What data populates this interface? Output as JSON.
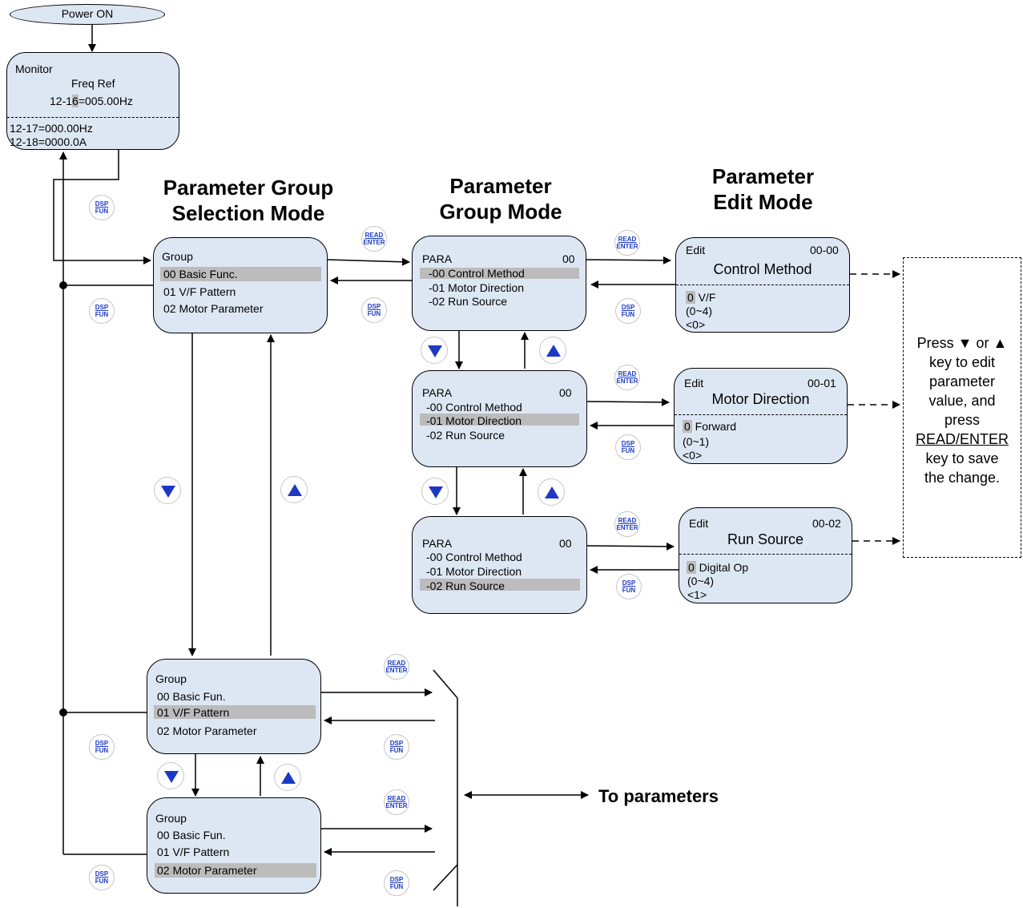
{
  "power_on": "Power ON",
  "monitor": {
    "title": "Monitor",
    "line1": "Freq Ref",
    "line2_pre": "12-1",
    "line2_cursor": "6",
    "line2_post": "=005.00Hz",
    "line3": "12-17=000.00Hz",
    "line4": "12-18=0000.0A"
  },
  "headings": {
    "group_selection": [
      "Parameter Group",
      "Selection Mode"
    ],
    "group_mode": [
      "Parameter",
      "Group Mode"
    ],
    "edit_mode": [
      "Parameter",
      "Edit Mode"
    ]
  },
  "group_boxes": [
    {
      "title": "Group",
      "items": [
        "00 Basic Func.",
        "01  V/F Pattern",
        "02 Motor Parameter"
      ],
      "selected": 0
    },
    {
      "title": "Group",
      "items": [
        "00 Basic Fun.",
        "01  V/F Pattern",
        "02 Motor Parameter"
      ],
      "selected": 1
    },
    {
      "title": "Group",
      "items": [
        "00 Basic Fun.",
        "01  V/F Pattern",
        "02 Motor Parameter"
      ],
      "selected": 2
    }
  ],
  "para_boxes": [
    {
      "title": "PARA",
      "group": "00",
      "items": [
        "-00 Control Method",
        "-01 Motor Direction",
        "-02 Run Source"
      ],
      "selected": 0
    },
    {
      "title": "PARA",
      "group": "00",
      "items": [
        "-00 Control Method",
        "-01 Motor Direction",
        "-02 Run Source"
      ],
      "selected": 1
    },
    {
      "title": "PARA",
      "group": "00",
      "items": [
        "-00 Control Method",
        "-01 Motor Direction",
        "-02 Run Source"
      ],
      "selected": 2
    }
  ],
  "edit_boxes": [
    {
      "title": "Edit",
      "code": "00-00",
      "name": "Control Method",
      "value_cursor": "0",
      "value_text": " V/F",
      "range": "(0~4)",
      "default": "<0>"
    },
    {
      "title": "Edit",
      "code": "00-01",
      "name": "Motor Direction",
      "value_cursor": "0",
      "value_text": " Forward",
      "range": "(0~1)",
      "default": "<0>"
    },
    {
      "title": "Edit",
      "code": "00-02",
      "name": "Run Source",
      "value_cursor": "0",
      "value_text": " Digital Op",
      "range": "(0~4)",
      "default": "<1>"
    }
  ],
  "keys": {
    "dsp": "DSP",
    "fun": "FUN",
    "read": "READ",
    "enter": "ENTER"
  },
  "note": {
    "press": "Press ",
    "down_glyph": "▼",
    "or": " or ",
    "up_glyph": "▲",
    "line2": "key to edit",
    "line3": "parameter",
    "line4": "value, and",
    "line5": "press",
    "line6": "READ/ENTER",
    "line7": "key to save",
    "line8": "the change."
  },
  "to_parameters": "To parameters",
  "colors": {
    "box_fill": "#dde7f4",
    "highlight": "#bcbcbc",
    "key_text": "#1d39c4",
    "arrow_key": "#1d39c4"
  }
}
